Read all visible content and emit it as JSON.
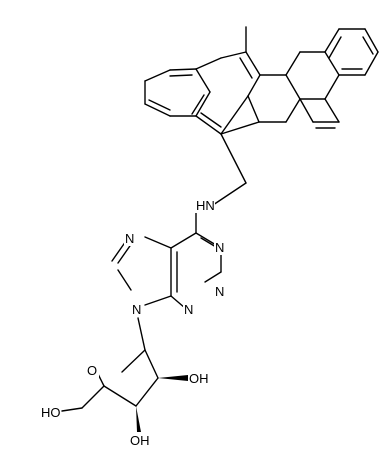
{
  "molecule": {
    "atoms": {
      "methyl": "",
      "nh": "HN",
      "n_purine_top": "N",
      "n_purine_right": "N",
      "n_imidazole": "N",
      "n_pyrimidine_bottom": "N",
      "n9": "N",
      "o_ring": "O",
      "oh_2prime": "OH",
      "oh_3prime": "OH",
      "oh_5prime": "HO"
    },
    "colors": {
      "bond": "#000000",
      "text": "#000000",
      "background": "#ffffff"
    }
  }
}
